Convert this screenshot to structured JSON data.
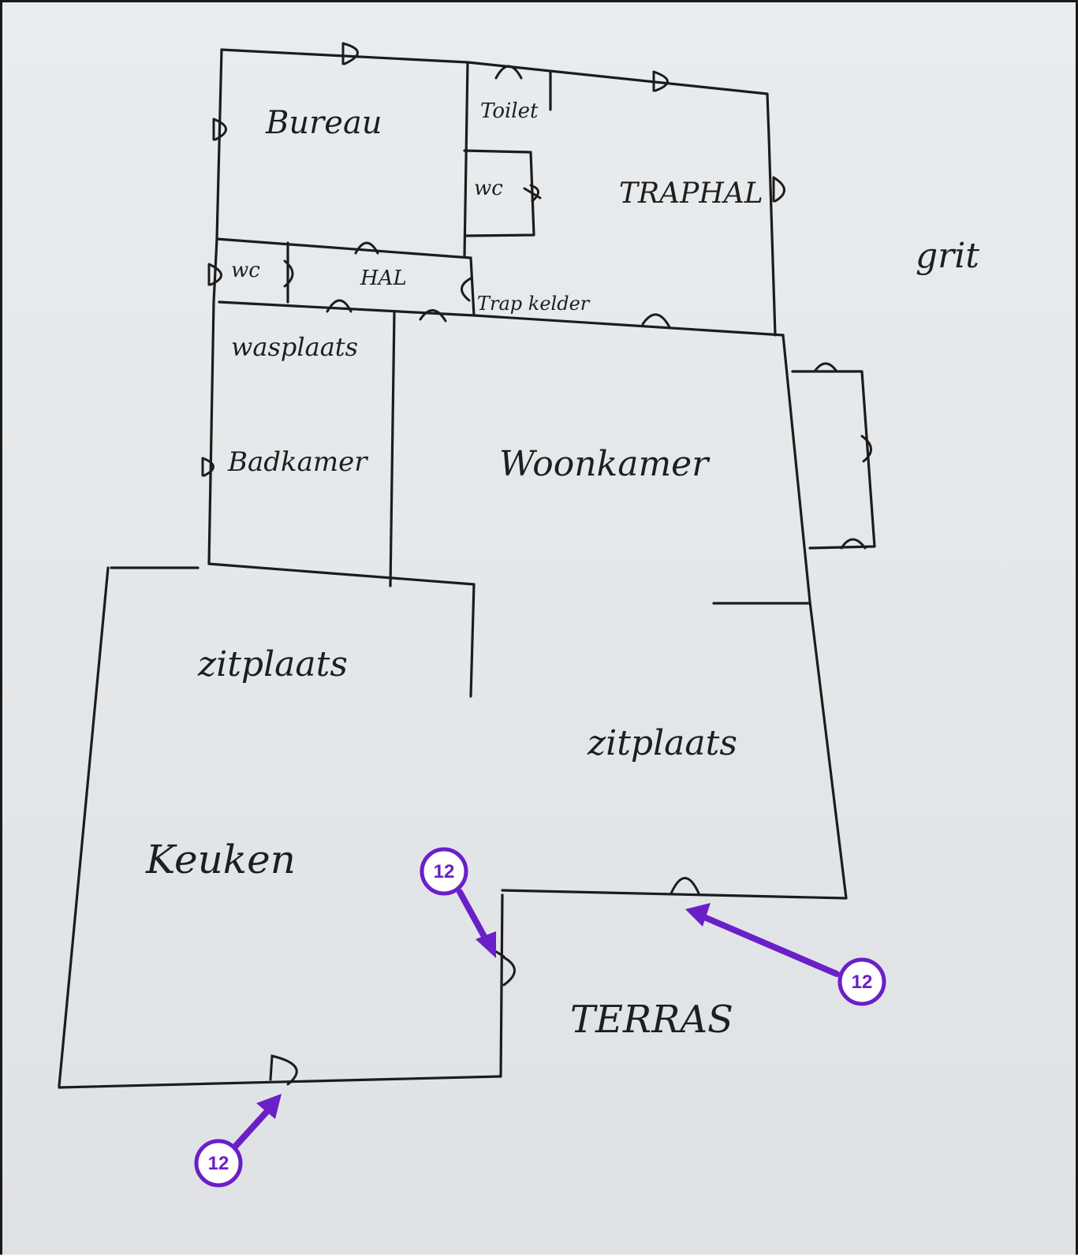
{
  "rooms": {
    "bureau": "Bureau",
    "toilet_top": "Toilet",
    "wc_top": "wc",
    "traphal": "TRAPHAL",
    "wc_left": "wc",
    "hal": "HAL",
    "trapkelder": "Trap kelder",
    "wasplaats": "wasplaats",
    "badkamer": "Badkamer",
    "woonkamer": "Woonkamer",
    "zitplaats_left": "zitplaats",
    "zitplaats_right": "zitplaats",
    "keuken": "Keuken",
    "terras": "TERRAS",
    "grit": "grit"
  },
  "markers": [
    {
      "label": "12",
      "target": "door between Keuken and Terras"
    },
    {
      "label": "12",
      "target": "door between Woonkamer and Terras"
    },
    {
      "label": "12",
      "target": "outer door of Keuken"
    }
  ],
  "colors": {
    "paper": "#e6e9eb",
    "ink": "#1c1c1c",
    "marker": "#6a1fc8"
  }
}
